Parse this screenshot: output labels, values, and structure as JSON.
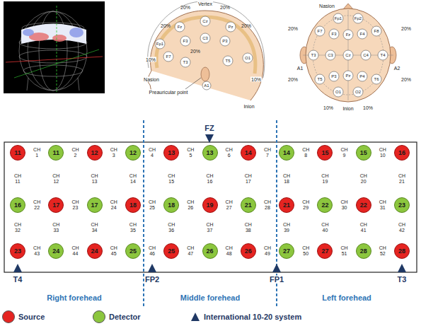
{
  "diagram": {
    "nodes": [
      {
        "text": [
          "11"
        ]
      },
      {
        "text": [
          "11"
        ]
      },
      {
        "text": [
          "12"
        ]
      },
      {
        "text": [
          "12"
        ]
      },
      {
        "text": [
          "13"
        ]
      },
      {
        "text": [
          "13"
        ]
      },
      {
        "text": [
          "14"
        ]
      },
      {
        "text": [
          "14"
        ]
      },
      {
        "text": [
          "15"
        ]
      },
      {
        "text": [
          "15"
        ]
      },
      {
        "text": [
          "16"
        ]
      },
      {
        "text": [
          "16"
        ]
      },
      {
        "text": [
          "17"
        ]
      },
      {
        "text": [
          "17"
        ]
      },
      {
        "text": [
          "18"
        ]
      },
      {
        "text": [
          "18"
        ]
      },
      {
        "text": [
          "19"
        ]
      },
      {
        "text": [
          "21"
        ]
      },
      {
        "text": [
          "21"
        ]
      },
      {
        "text": [
          "22"
        ]
      },
      {
        "text": [
          "22"
        ]
      },
      {
        "text": [
          "23"
        ]
      },
      {
        "text": [
          "23"
        ]
      },
      {
        "text": [
          "24"
        ]
      },
      {
        "text": [
          "24"
        ]
      },
      {
        "text": [
          "25"
        ]
      },
      {
        "text": [
          "25"
        ]
      },
      {
        "text": [
          "26"
        ]
      },
      {
        "text": [
          "26"
        ]
      },
      {
        "text": [
          "27"
        ]
      },
      {
        "text": [
          "27"
        ]
      },
      {
        "text": [
          "28"
        ]
      },
      {
        "text": [
          "28"
        ]
      }
    ],
    "labels": [
      "CH 1",
      "CH 2",
      "CH 3",
      "CH 4",
      "CH 5",
      "CH 6",
      "CH 7",
      "CH 8",
      "CH 9",
      "CH 10",
      "CH 11",
      "CH 12",
      "CH 13",
      "CH 14",
      "CH 15",
      "CH 16",
      "CH 17",
      "CH 18",
      "CH 19",
      "CH 20",
      "CH 21",
      "CH 22",
      "CH 23",
      "CH 24",
      "CH 25",
      "CH 26",
      "CH 27",
      "CH 28",
      "CH 29",
      "CH 30",
      "CH 31",
      "CH 32",
      "CH 33",
      "CH 34",
      "CH 35",
      "CH 36",
      "CH 37",
      "CH 38",
      "CH 39",
      "CH 40",
      "CH 41",
      "CH 42",
      "CH 43",
      "CH 44",
      "CH 45",
      "CH 46",
      "CH 47",
      "CH 48",
      "CH 49",
      "CH 50",
      "CH 51",
      "CH 52",
      "FZ",
      "T4",
      "FP2",
      "FP1",
      "T3",
      "Right forehead",
      "Middle forehead",
      "Left forehead",
      "20%",
      "20%",
      "Vertex",
      "20%",
      "20%",
      "Cz",
      "Fz",
      "Pz",
      "F7",
      "F3",
      "C3",
      "P3",
      "T3",
      "T5",
      "O1",
      "Fp1",
      "20%",
      "10%",
      "10%",
      "A1",
      "Preauricular point",
      "Nasion",
      "Inion",
      "Nasion",
      "Fp1",
      "Fp2",
      "F7",
      "F3",
      "Fz",
      "F4",
      "F8",
      "A1",
      "T3",
      "C3",
      "Cz",
      "C4",
      "T4",
      "A2",
      "T5",
      "P3",
      "Pz",
      "P4",
      "T6",
      "O1",
      "O2",
      "Inion",
      "20%",
      "20%",
      "20%",
      "20%",
      "10%",
      "10%"
    ],
    "legend": [
      {
        "text": "Source",
        "color": "#e52421"
      },
      {
        "text": "Detector",
        "color": "#8cc63e"
      },
      {
        "text": "International 10-20 system"
      }
    ]
  }
}
